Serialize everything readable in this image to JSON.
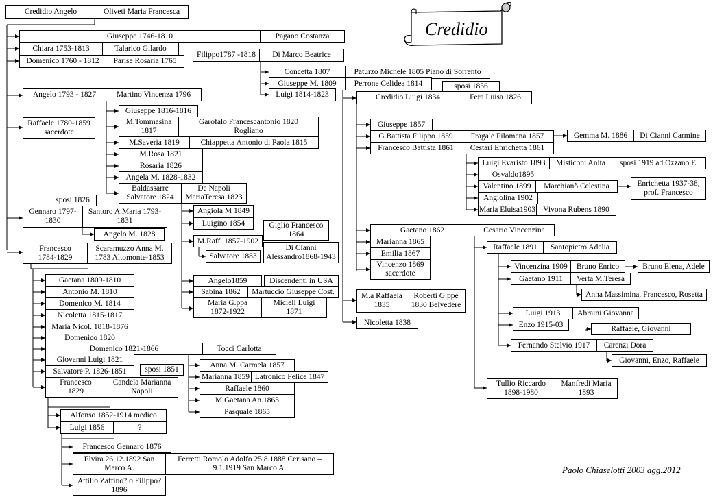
{
  "title": "Credidio",
  "signature": "Paolo Chiaselotti 2003 agg.2012",
  "labels": {
    "b1": "Credidio Angelo",
    "b2": "Oliveti Maria Francesca",
    "b3": "Giuseppe 1746-1810",
    "b4": "Pagano Costanza",
    "b5": "Chiara 1753-1813",
    "b6": "Talarico Gilardo",
    "b7": "Filippo1787 -1818",
    "b8": "Di Marco Beatrice",
    "b9": "Domenico 1760 - 1812",
    "b10": "Parise Rosaria 1765",
    "b11": "Concetta 1807",
    "b12": "Paturzo Michele 1805 Piano di Sorrento",
    "b13": "Giuseppe M. 1809",
    "b14": "Perrone Celidea 1814",
    "b15": "Luigi 1814-1823",
    "b16": "sposi 1856",
    "b17": "Credidio Luigi 1834",
    "b18": "Fera Luisa 1826",
    "b19": "Angelo 1793 - 1827",
    "b20": "Martino Vincenza 1796",
    "b21": "Giuseppe 1816-1816",
    "b22": "Raffaele 1780-1859\nsacerdote",
    "b23": "M.Tommasina\n1817",
    "b24": "Garofalo Francescantonio 1820\nRogliano",
    "b25": "M.Saveria 1819",
    "b26": "Chiappetta Antonio di Paola 1815",
    "b27": "M.Rosa 1821",
    "b28": "Rosaria 1826",
    "b29": "Angela M. 1828-1832",
    "b30": "Baldassarre\nSalvatore 1824",
    "b31": "De Napoli\nMariaTeresa 1823",
    "b32": "sposi 1826",
    "b33": "Gennaro 1797-\n1830",
    "b34": "Santoro A.Maria 1793-\n1831",
    "b35": "Angiola M 1849",
    "b36": "Luigino 1854",
    "b37": "Angelo M. 1828",
    "b38": "Giglio Francesco\n1864",
    "b39": "M.Raff. 1857-1902",
    "b40": "Salvatore 1883",
    "b41": "Di Cianni\nAlessandro1868-1943",
    "b42": "Francesco\n1784-1829",
    "b43": "Scaramuzzo Anna M.\n1783 Altomonte-1853",
    "b44": "Angelo1859",
    "b45": "Discendenti in USA",
    "b46": "Sabina 1862",
    "b47": "Martuccio Giuseppe Cost.",
    "b48": "Maria G.ppa\n1872-1922",
    "b49": "Micieli Luigi\n1871",
    "b50": "Gaetana 1809-1810",
    "b51": "Antonio M. 1810",
    "b52": "Domenico M. 1814",
    "b53": "Nicoletta 1815-1817",
    "b54": "Maria Nicol. 1818-1876",
    "b55": "Domenico 1820",
    "b56": "Domenico 1821-1866",
    "b57": "Tocci Carlotta",
    "b58": "Giovanni Luigi 1821",
    "b59": "Salvatore P. 1826-1851",
    "b60": "sposi 1851",
    "b61": "Francesco\n1829",
    "b62": "Candela Marianna\nNapoli",
    "b63": "Anna M. Carmela 1857",
    "b64": "Marianna 1859",
    "b65": "Latronico Felice 1847",
    "b66": "Raffaele 1860",
    "b67": "M.Gaetana An.1863",
    "b68": "Pasquale 1865",
    "b69": "Alfonso 1852-1914 medico",
    "b70": "Luigi 1856",
    "b71": "?",
    "b72": "Francesco Gennaro 1876",
    "b73": "Elvira 26.12.1892  San\nMarco A.",
    "b74": "Ferretti Romolo Adolfo 25.8.1888 Cerisano –\n9.1.1919 San Marco A.",
    "b75": "Attilio Zaffino? o Filippo?\n1896",
    "b76": "Giuseppe 1857",
    "b77": "G.Battista Filippo 1859",
    "b78": "Fragale Filomena 1857",
    "b79": "Gemma M. 1886",
    "b80": "Di Cianni Carmine",
    "b81": "Francesco Battista 1861",
    "b82": "Cestari Enrichetta  1861",
    "b83": "Luigi Evaristo  1893",
    "b84": "Misticoni Anita",
    "b85": "sposi 1919 ad Ozzano E.",
    "b86": "Osvaldo1895",
    "b87": "Valentino 1899",
    "b88": "Marchianò Celestina",
    "b89": "Enrichetta 1937-38,\nprof. Francesco",
    "b90": "Angiolina 1902",
    "b91": "Maria Eluisa1903",
    "b92": "Vivona Rubens 1890",
    "b93": "Gaetano 1862",
    "b94": "Cesario Vincenzina",
    "b95": "Marianna 1865",
    "b96": "Raffaele 1891",
    "b97": "Santopietro Adelia",
    "b98": "Emilia 1867",
    "b99": "Vincenzo 1869\nsacerdote",
    "b100": "Vincenzina 1909",
    "b101": "Bruno Enrico",
    "b102": "Bruno Elena, Adele",
    "b103": "Gaetano 1911",
    "b104": "Verta M.Teresa",
    "b105": "Anna Massimina, Francesco,  Rosetta",
    "b106": "M.a Raffaela\n1835",
    "b107": "Roberti G.ppe\n1830 Belvedere",
    "b108": "Luigi 1913",
    "b109": "Abraini Giovanna",
    "b110": "Enzo 1915-03",
    "b111": "Raffaele, Giovanni",
    "b112": "Nicoletta 1838",
    "b113": "Fernando Stelvio 1917",
    "b114": "Carenzi Dora",
    "b115": "Giovanni, Enzo, Raffaele",
    "b116": "Tullio Riccardo\n1898-1980",
    "b117": "Manfredi Maria\n1893"
  }
}
